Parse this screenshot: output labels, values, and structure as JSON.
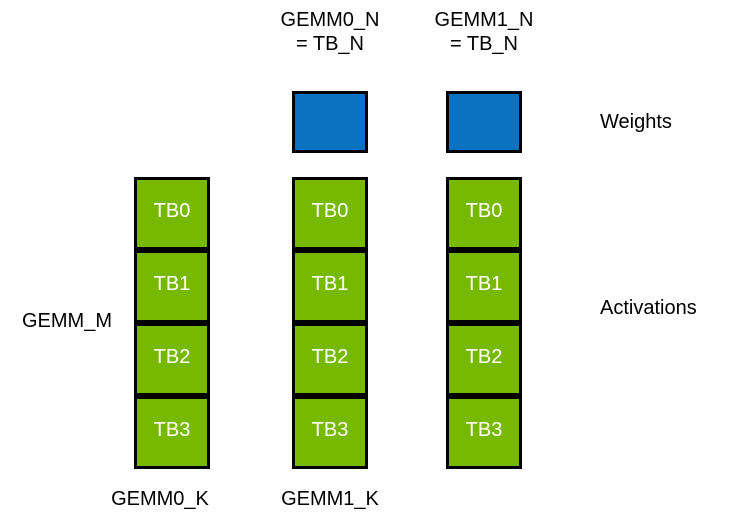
{
  "diagram": {
    "title_labels": {
      "gemm0_n": "GEMM0_N\n= TB_N",
      "gemm1_n": "GEMM1_N\n= TB_N"
    },
    "side_labels": {
      "weights": "Weights",
      "activations": "Activations",
      "gemm_m": "GEMM_M"
    },
    "bottom_labels": {
      "gemm0_k": "GEMM0_K",
      "gemm1_k": "GEMM1_K"
    },
    "colors": {
      "activation_green": "#76B900",
      "weight_blue": "#0B71C1",
      "border_black": "#000000",
      "cell_text": "#FFFFFF",
      "background": "#FFFFFF"
    },
    "weight_blocks": [
      {
        "name": "gemm0-weight-block"
      },
      {
        "name": "gemm1-weight-block"
      }
    ],
    "activation_columns": [
      {
        "name": "activation-column-0",
        "cells": [
          {
            "label": "TB0"
          },
          {
            "label": "TB1"
          },
          {
            "label": "TB2"
          },
          {
            "label": "TB3"
          }
        ]
      },
      {
        "name": "activation-column-1",
        "cells": [
          {
            "label": "TB0"
          },
          {
            "label": "TB1"
          },
          {
            "label": "TB2"
          },
          {
            "label": "TB3"
          }
        ]
      },
      {
        "name": "activation-column-2",
        "cells": [
          {
            "label": "TB0"
          },
          {
            "label": "TB1"
          },
          {
            "label": "TB2"
          },
          {
            "label": "TB3"
          }
        ]
      }
    ]
  }
}
